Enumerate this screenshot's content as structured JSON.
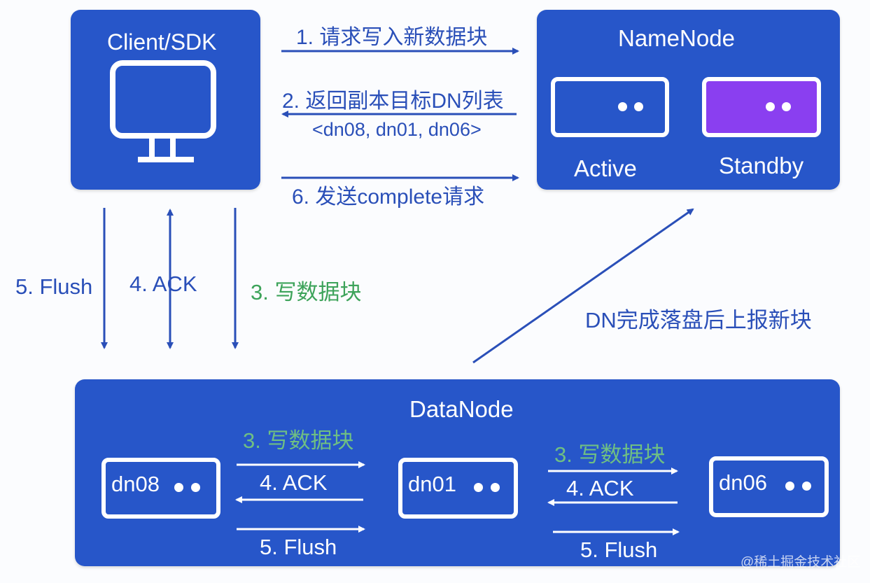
{
  "client": {
    "title": "Client/SDK"
  },
  "namenode": {
    "title": "NameNode",
    "active_label": "Active",
    "standby_label": "Standby"
  },
  "flows": {
    "step1": "1. 请求写入新数据块",
    "step2": "2. 返回副本目标DN列表",
    "step2_detail": "<dn08, dn01, dn06>",
    "step6": "6. 发送complete请求",
    "flush": "5. Flush",
    "ack": "4. ACK",
    "write": "3. 写数据块",
    "report": "DN完成落盘后上报新块"
  },
  "datanode": {
    "title": "DataNode",
    "nodes": [
      "dn08",
      "dn01",
      "dn06"
    ],
    "write_label": "3. 写数据块",
    "ack_label": "4. ACK",
    "flush_label": "5. Flush"
  },
  "watermark": "@稀土掘金技术社区",
  "colors": {
    "panel": "#2756c9",
    "standby": "#8a3ff0",
    "arrow": "#2a4fb8",
    "green": "#3da35a"
  }
}
